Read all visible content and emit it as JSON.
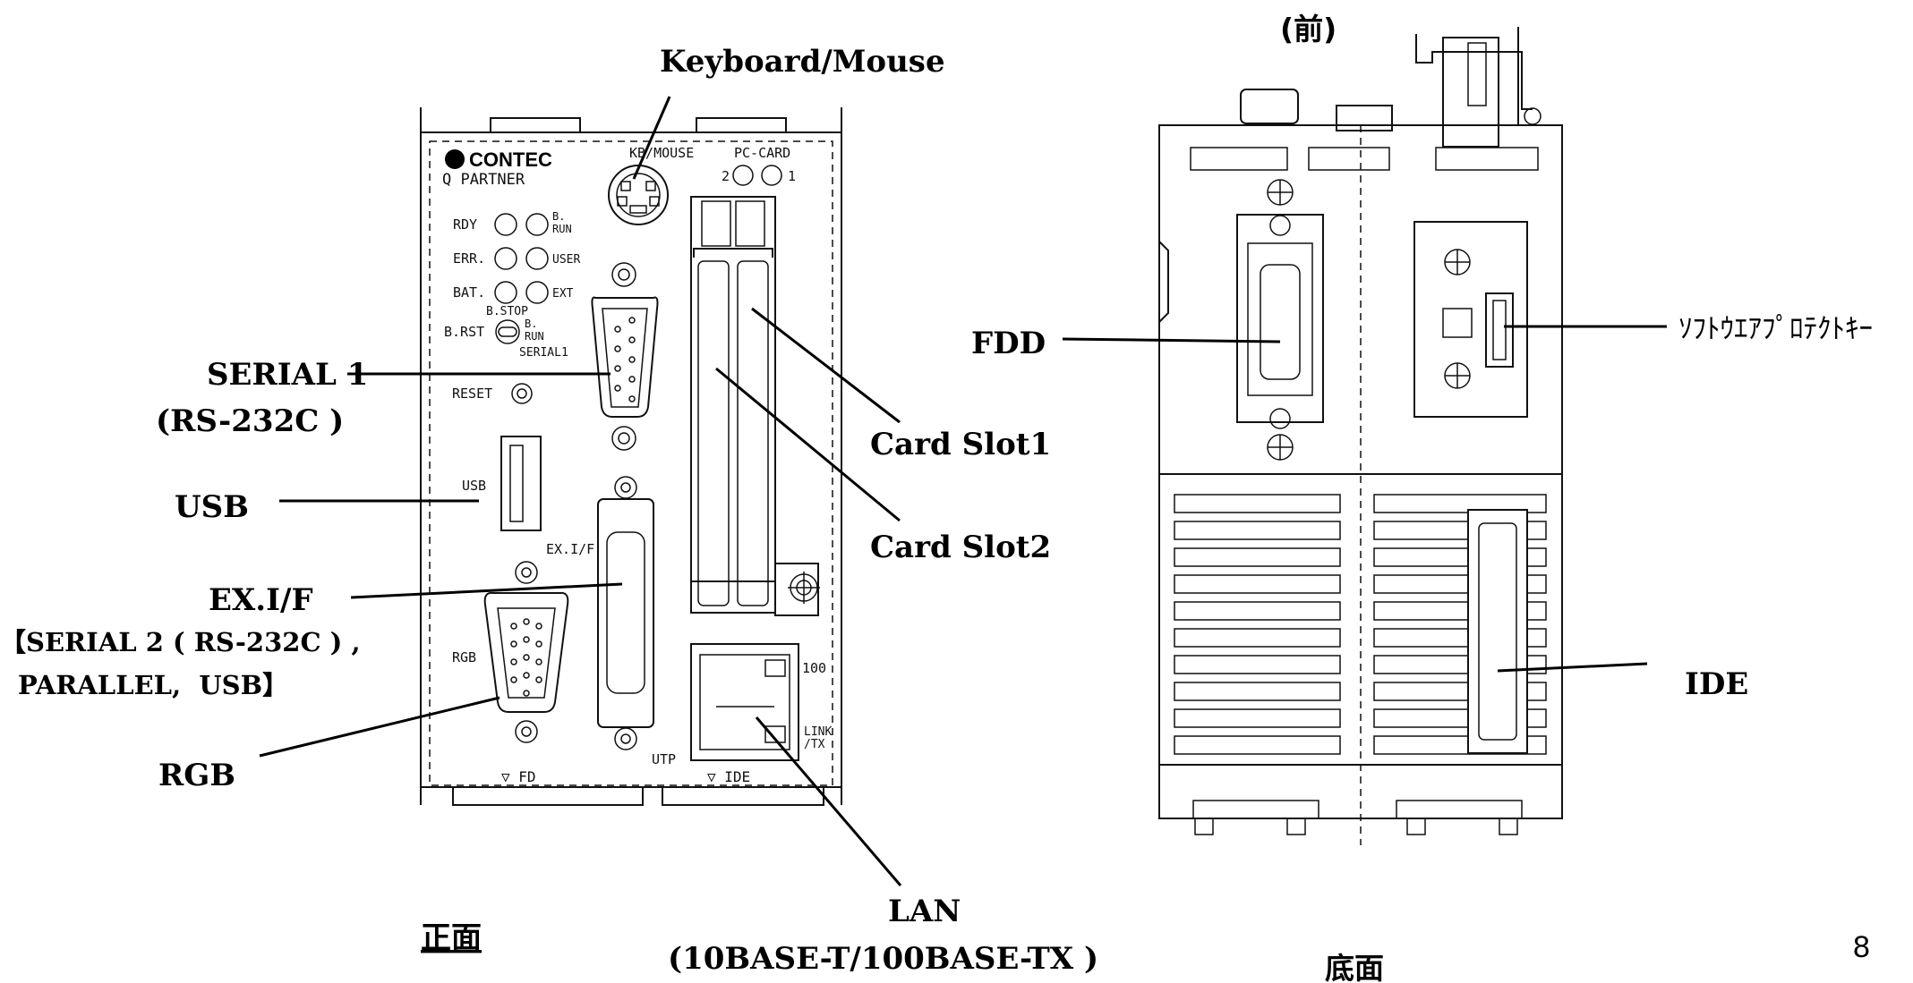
{
  "front": {
    "caption": "正面",
    "callouts": {
      "keyboard_mouse": "Keyboard/Mouse",
      "serial1": "SERIAL 1",
      "serial1_sub": "(RS-232C )",
      "usb": "USB",
      "exif": "EX.I/F",
      "exif_sub1": "【SERIAL 2 ( RS-232C ) ,",
      "exif_sub2": "PARALLEL,  USB】",
      "rgb": "RGB",
      "card_slot1": "Card Slot1",
      "card_slot2": "Card Slot2",
      "lan": "LAN",
      "lan_sub": "(10BASE-T/100BASE-TX )"
    },
    "panel": {
      "brand": "CONTEC",
      "model": "Q PARTNER",
      "kb_mouse": "KB/MOUSE",
      "pc_card": "PC-CARD",
      "pc_card_2": "2",
      "pc_card_1": "1",
      "rdy": "RDY",
      "b_run_top": "B.",
      "run_top": "RUN",
      "err": "ERR.",
      "user": "USER",
      "bat": "BAT.",
      "ext": "EXT",
      "b_stop": "B.STOP",
      "b_rst": "B.RST",
      "b_run_sw": "B.",
      "run_sw": "RUN",
      "serial1": "SERIAL1",
      "reset": "RESET",
      "usb": "USB",
      "exif": "EX.I/F",
      "rgb": "RGB",
      "lan_100": "100",
      "link": "LINK",
      "tx": "/TX",
      "utp": "UTP",
      "fd": "▽ FD",
      "ide": "▽ IDE"
    }
  },
  "bottom": {
    "caption": "底面",
    "front_label": "(前)",
    "callouts": {
      "fdd": "FDD",
      "protect_key": "ｿﾌﾄｳｴｱﾌﾟﾛﾃｸﾄｷｰ",
      "ide": "IDE"
    }
  },
  "page_number": "8"
}
